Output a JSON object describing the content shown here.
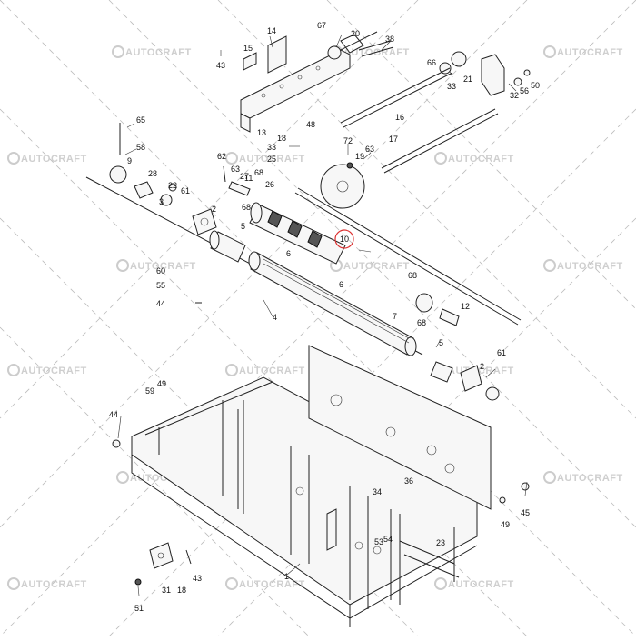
{
  "watermark": {
    "text": "AUTOCRAFT"
  },
  "highlighted_label": "10",
  "callouts": [
    "67",
    "14",
    "20",
    "38",
    "15",
    "66",
    "21",
    "33",
    "43",
    "32",
    "56",
    "50",
    "13",
    "48",
    "65",
    "18",
    "16",
    "17",
    "33",
    "72",
    "63",
    "19",
    "58",
    "62",
    "25",
    "9",
    "28",
    "63",
    "27",
    "68",
    "11",
    "22",
    "61",
    "26",
    "68",
    "10",
    "2",
    "3",
    "5",
    "6",
    "60",
    "55",
    "44",
    "7",
    "6",
    "4",
    "68",
    "68",
    "12",
    "5",
    "2",
    "61",
    "49",
    "59",
    "44",
    "36",
    "34",
    "49",
    "45",
    "53",
    "54",
    "23",
    "43",
    "31",
    "18",
    "51",
    "1"
  ]
}
